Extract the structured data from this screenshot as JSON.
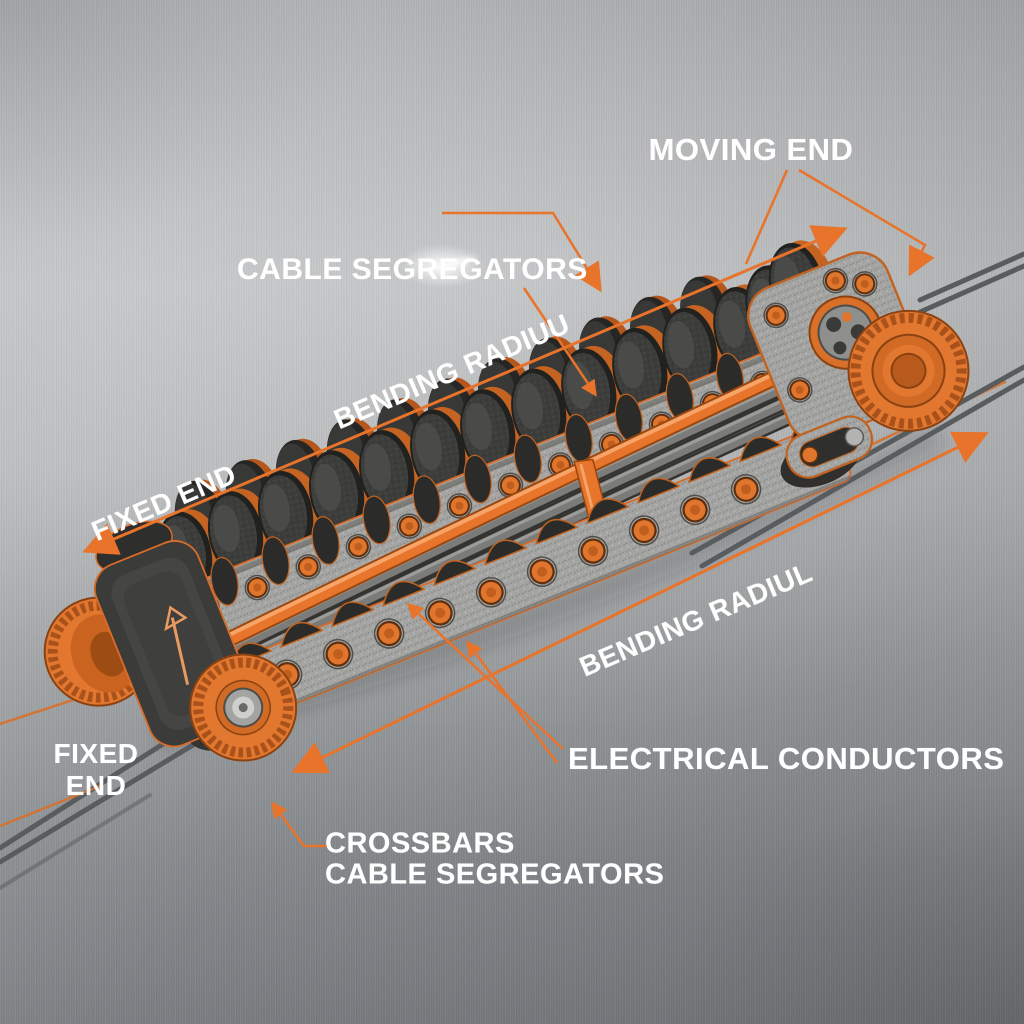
{
  "title": "Cable drag chain (energy chain) annotated diagram",
  "colors": {
    "accent_orange": "#e8732b",
    "label_text": "#ffffff",
    "machine_gray": "#a4a4a2",
    "machine_dark": "#3b3b39",
    "rail_gray": "#595c5e",
    "background_metal": "#b0b2b4"
  },
  "labels": {
    "moving_end": "MOVING END",
    "cable_segregators_top": "CABLE SEGREGATORS",
    "bending_radius_top": "BENDING RADIUU",
    "fixed_end_top": "FIXED END",
    "bending_radius_bottom": "BENDING RADIUL",
    "electrical_conductors": "ELECTRICAL CONDUCTORS",
    "fixed_end_bottom_line1": "FIXED",
    "fixed_end_bottom_line2": "END",
    "crossbars_line1": "CROSSBARS",
    "crossbars_line2": "CABLE SEGREGATORS"
  }
}
